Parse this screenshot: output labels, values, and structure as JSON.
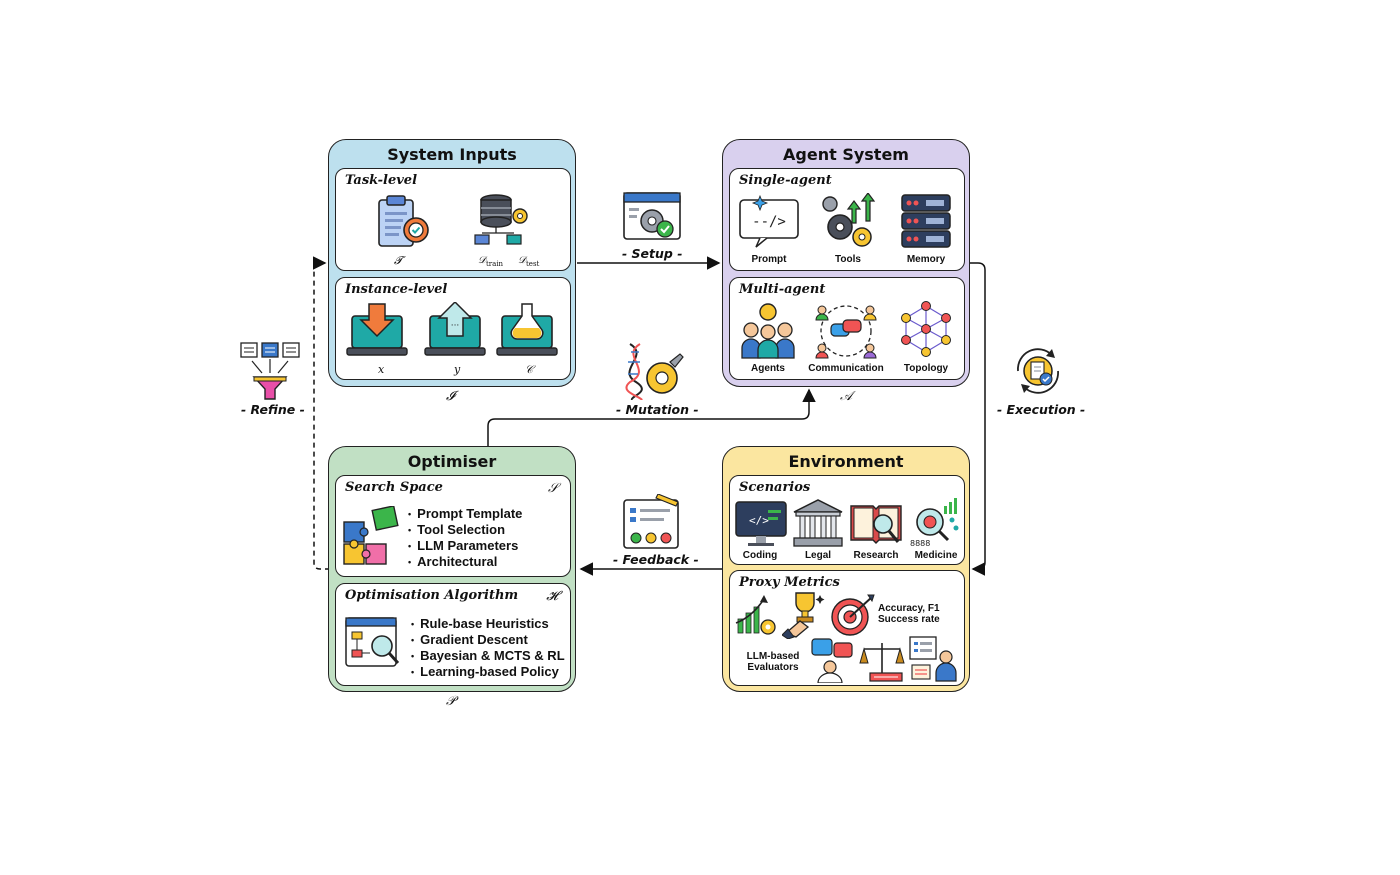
{
  "system_inputs": {
    "title": "System Inputs",
    "symbol": "𝓘",
    "task_level": {
      "title": "Task-level",
      "task_symbol": "𝓣",
      "data_train": "𝒟",
      "train_sub": "train",
      "data_test": "𝒟",
      "test_sub": "test"
    },
    "instance_level": {
      "title": "Instance-level",
      "x": "x",
      "y": "y",
      "c": "𝒞"
    }
  },
  "agent_system": {
    "title": "Agent System",
    "symbol": "𝒜",
    "single_agent": {
      "title": "Single-agent",
      "items": [
        "Prompt",
        "Tools",
        "Memory"
      ]
    },
    "multi_agent": {
      "title": "Multi-agent",
      "items": [
        "Agents",
        "Communication",
        "Topology"
      ]
    }
  },
  "optimiser": {
    "title": "Optimiser",
    "symbol": "𝒫",
    "search_space": {
      "title": "Search Space",
      "symbol": "𝒮",
      "items": [
        "Prompt Template",
        "Tool Selection",
        "LLM Parameters",
        "Architectural"
      ]
    },
    "algorithm": {
      "title": "Optimisation Algorithm",
      "symbol": "𝓗",
      "items": [
        "Rule-base Heuristics",
        "Gradient Descent",
        "Bayesian & MCTS & RL",
        "Learning-based Policy"
      ]
    }
  },
  "environment": {
    "title": "Environment",
    "scenarios": {
      "title": "Scenarios",
      "items": [
        "Coding",
        "Legal",
        "Research",
        "Medicine"
      ]
    },
    "proxy_metrics": {
      "title": "Proxy Metrics",
      "accuracy_line1": "Accuracy, F1",
      "accuracy_line2": "Success rate",
      "llm_line1": "LLM-based",
      "llm_line2": "Evaluators"
    }
  },
  "flows": {
    "setup": "- Setup -",
    "mutation": "- Mutation -",
    "feedback": "- Feedback -",
    "execution": "- Execution -",
    "refine": "- Refine -"
  },
  "colors": {
    "inputs_bg": "#bde0ee",
    "agent_bg": "#d9d0ee",
    "optimiser_bg": "#c1e0c4",
    "environment_bg": "#fbe6a0",
    "teal": "#1fa9a6",
    "orange": "#f07b3c",
    "yellow": "#f7c531",
    "navy": "#2d3e5e"
  }
}
